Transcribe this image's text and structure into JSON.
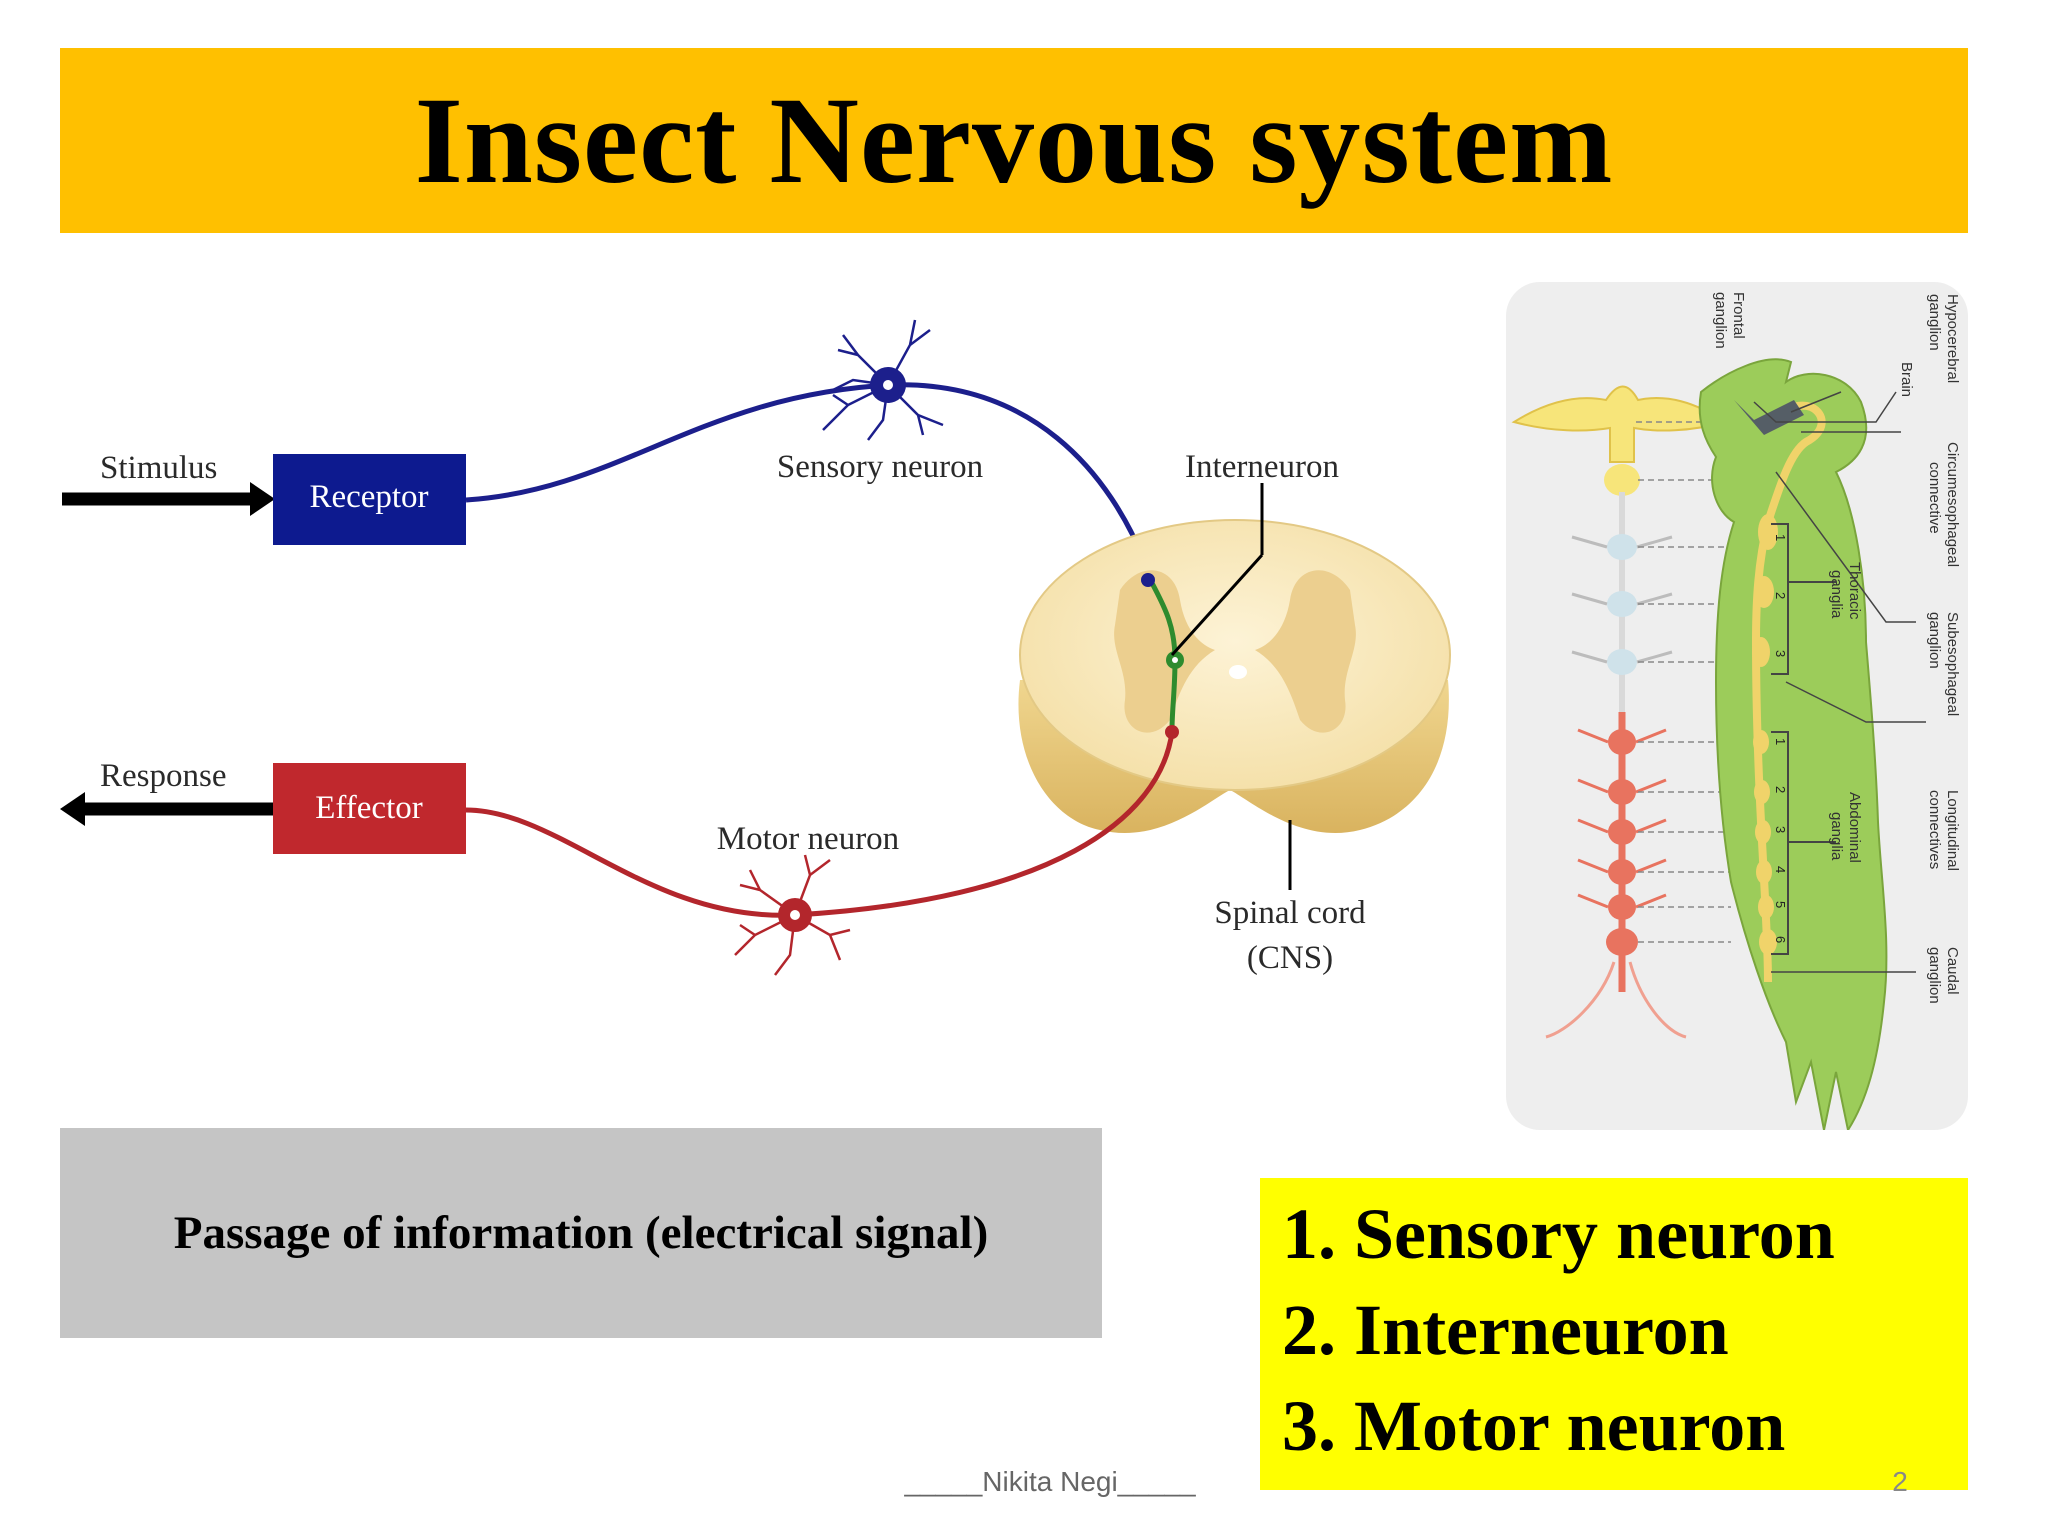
{
  "slide": {
    "title": "Insect Nervous system",
    "author": "_____Nikita Negi_____",
    "page_number": "2"
  },
  "reflex_diagram": {
    "stimulus": "Stimulus",
    "receptor": "Receptor",
    "sensory_neuron": "Sensory neuron",
    "interneuron": "Interneuron",
    "response": "Response",
    "effector": "Effector",
    "motor_neuron": "Motor neuron",
    "spinal_cord_line1": "Spinal cord",
    "spinal_cord_line2": "(CNS)",
    "colors": {
      "receptor_box": "#0d1a8f",
      "effector_box": "#c0282d",
      "sensory_path": "#1c1f8c",
      "motor_path": "#b3262c",
      "interneuron": "#2e8b2e"
    }
  },
  "insect_diagram": {
    "hypocerebral": [
      "Hypocerebral",
      "ganglion"
    ],
    "frontal": [
      "Frontal",
      "ganglion"
    ],
    "brain": "Brain",
    "circumesophageal": [
      "Circumesophageal",
      "connective"
    ],
    "subesophageal": [
      "Subesophageal",
      "ganglion"
    ],
    "thoracic": [
      "Thoracic",
      "ganglia"
    ],
    "longitudinal": [
      "Longitudinal",
      "connectives"
    ],
    "abdominal": [
      "Abdominal",
      "ganglia"
    ],
    "caudal": [
      "Caudal",
      "ganglion"
    ],
    "thoracic_numbers": [
      "1",
      "2",
      "3"
    ],
    "abdominal_numbers": [
      "1",
      "2",
      "3",
      "4",
      "5",
      "6"
    ]
  },
  "passage_caption": "Passage of information (electrical signal)",
  "neuron_list": [
    {
      "num": "1.",
      "label": "Sensory neuron"
    },
    {
      "num": "2.",
      "label": "Interneuron"
    },
    {
      "num": "3.",
      "label": "Motor neuron"
    }
  ]
}
